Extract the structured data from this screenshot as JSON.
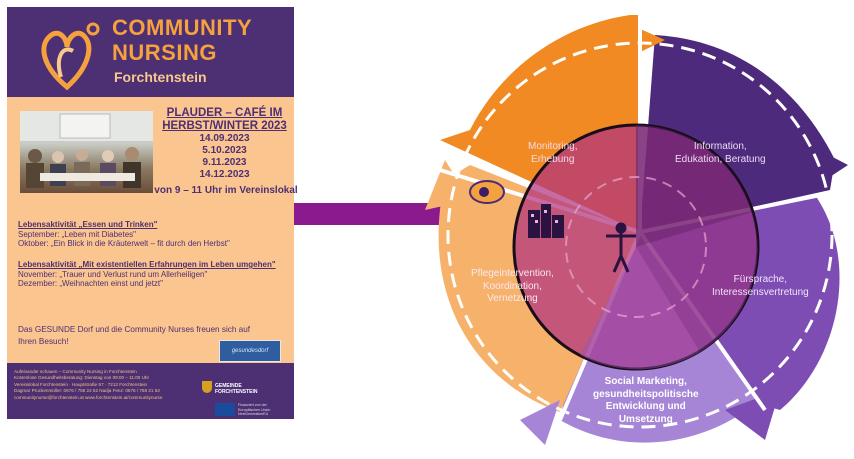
{
  "flyer": {
    "brand_line1": "COMMUNITY",
    "brand_line2": "NURSING",
    "brand_line3": "Forchtenstein",
    "cafe_title1": "PLAUDER – CAFÉ IM",
    "cafe_title2": "HERBST/WINTER 2023",
    "dates": [
      "14.09.2023",
      "5.10.2023",
      "9.11.2023",
      "14.12.2023"
    ],
    "time": "von 9 – 11 Uhr im Vereinslokal",
    "topic1_heading": "Lebensaktivität „Essen und Trinken\"",
    "topic1_lines": [
      "September: „Leben mit Diabetes\"",
      "Oktober: „Ein Blick in die Kräuterwelt – fit durch den Herbst\""
    ],
    "topic2_heading": "Lebensaktivität „Mit existentiellen Erfahrungen im Leben umgehen\"",
    "topic2_lines": [
      "November: „Trauer und Verlust rund um Allerheiligen\"",
      "Dezember: „Weihnachten einst und jetzt\""
    ],
    "closing_line1": "Das GESUNDE Dorf und die Community Nurses freuen sich auf",
    "closing_line2": "Ihren Besuch!",
    "gesund_logo": "gesundesdorf",
    "footer_lines": [
      "Aufeinander schauen – Community Nursing in Forchtenstein",
      "Kostenlose Gesundheitsberatung: Dienstag von 09:00 – 11:00 Uhr",
      "Vereinslokal Forchtenstein · Hauptstraße 57 · 7212 Forchtenstein",
      "Dagmar Pruckenmüller: 0676 / 758 22 62    Nadja Fenz: 0676 / 758 21 63",
      "communitynurse@forchtenstein.at   www.forchtenstein.at/communitynurse"
    ],
    "gemeinde1": "GEMEINDE",
    "gemeinde2": "FORCHTENSTEIN",
    "eu_text": [
      "Finanziert von der",
      "Europäischen Union",
      "NextGenerationEU"
    ]
  },
  "cycle": {
    "segments": [
      {
        "line1": "Monitoring,",
        "line2": "Erhebung",
        "color": "#c0306e"
      },
      {
        "line1": "Information,",
        "line2": "Edukation, Beratung",
        "color": "#4b2a78"
      },
      {
        "line1": "Fürsprache,",
        "line2": "Interessensvertretung",
        "color": "#7a4bb0"
      },
      {
        "line1": "Social Marketing,",
        "line2": "gesundheitspolitische",
        "line3": "Entwicklung und",
        "line4": "Umsetzung",
        "color": "#9a6fcf"
      },
      {
        "line1": "Pflegeintervention,",
        "line2": "Koordination,",
        "line3": "Vernetzung",
        "color": "#e8a55e"
      }
    ]
  },
  "colors": {
    "flyer_purple": "#4d2f74",
    "flyer_orange": "#fbc58f",
    "brand_orange": "#f4a13e",
    "arrow": "#8b1a8f"
  }
}
